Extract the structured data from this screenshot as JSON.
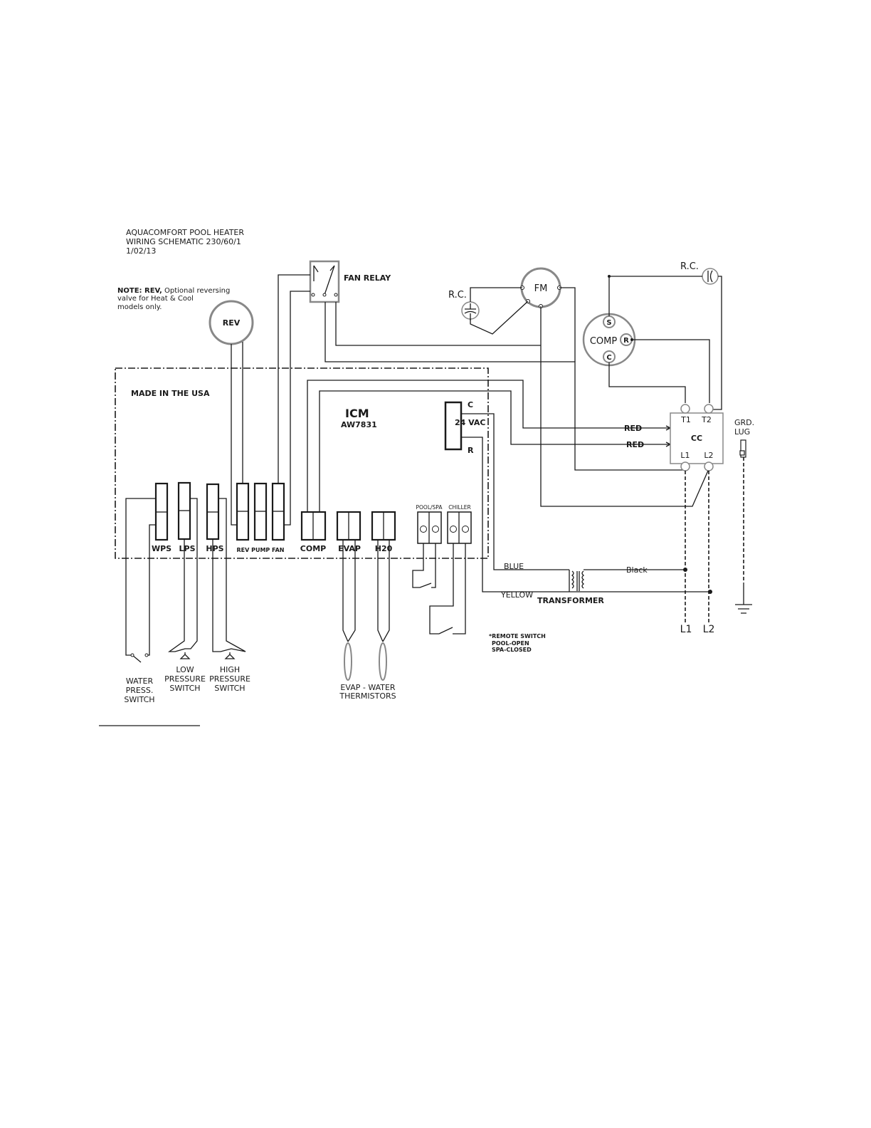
{
  "header": {
    "line1": "AQUACOMFORT POOL HEATER",
    "line2": "WIRING SCHEMATIC 230/60/1",
    "line3": "1/02/13"
  },
  "note": {
    "label": "NOTE: REV,",
    "line1": "Optional reversing",
    "line2": "valve for Heat & Cool",
    "line3": "models only."
  },
  "components": {
    "rev": "REV",
    "fan_relay": "FAN RELAY",
    "fm": "FM",
    "rc_fan": "R.C.",
    "rc_comp": "R.C.",
    "comp": "COMP",
    "comp_s": "S",
    "comp_r": "R",
    "comp_c": "C",
    "made_in": "MADE IN THE USA",
    "icm": "ICM",
    "icm_model": "AW7831",
    "vac_c": "C",
    "vac_24": "24 VAC",
    "vac_r": "R",
    "cc": "CC",
    "t1": "T1",
    "t2": "T2",
    "l1_term": "L1",
    "l2_term": "L2",
    "grd1": "GRD.",
    "grd2": "LUG",
    "red1": "RED",
    "red2": "RED",
    "blue": "BLUE",
    "yellow": "YELLOW",
    "black": "Black",
    "transformer": "TRANSFORMER",
    "l1": "L1",
    "l2": "L2"
  },
  "connectors": {
    "wps": "WPS",
    "lps": "LPS",
    "hps": "HPS",
    "rev_pump_fan": "REV PUMP FAN",
    "comp": "COMP",
    "evap": "EVAP",
    "h20": "H20",
    "pool_spa": "POOL/SPA",
    "chiller": "CHILLER"
  },
  "remote": {
    "line1": "*REMOTE SWITCH",
    "line2": "POOL-OPEN",
    "line3": "SPA-CLOSED"
  },
  "switches": {
    "water": [
      "WATER",
      "PRESS.",
      "SWITCH"
    ],
    "low": [
      "LOW",
      "PRESSURE",
      "SWITCH"
    ],
    "high": [
      "HIGH",
      "PRESSURE",
      "SWITCH"
    ],
    "thermistors": [
      "EVAP - WATER",
      "THERMISTORS"
    ]
  }
}
